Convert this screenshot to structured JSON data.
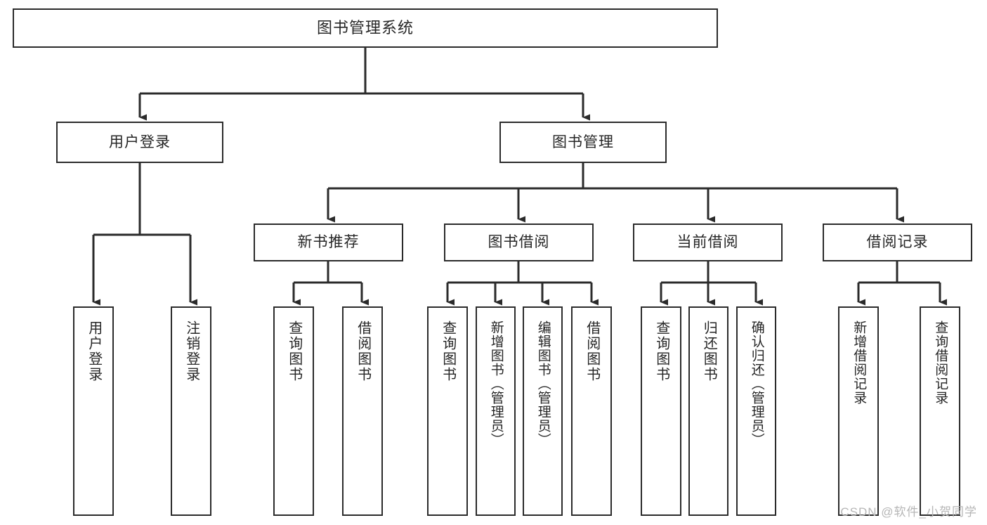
{
  "diagram": {
    "title": "图书管理系统",
    "type": "tree",
    "watermark": "CSDN @软件_小贺同学",
    "colors": {
      "stroke": "#2b2b2b",
      "fill": "#ffffff",
      "text": "#262626",
      "watermark": "#b6b6b6"
    },
    "root": {
      "label": "图书管理系统"
    },
    "level2": [
      {
        "label": "用户登录"
      },
      {
        "label": "图书管理"
      }
    ],
    "level3": [
      {
        "label": "新书推荐"
      },
      {
        "label": "图书借阅"
      },
      {
        "label": "当前借阅"
      },
      {
        "label": "借阅记录"
      }
    ],
    "leaves": {
      "user_login": [
        {
          "label": "用户登录"
        },
        {
          "label": "注销登录"
        }
      ],
      "new_book_recommend": [
        {
          "label": "查询图书"
        },
        {
          "label": "借阅图书"
        }
      ],
      "book_borrow": [
        {
          "label": "查询图书"
        },
        {
          "label": "新增图书（管理员）"
        },
        {
          "label": "编辑图书（管理员）"
        },
        {
          "label": "借阅图书"
        }
      ],
      "current_borrow": [
        {
          "label": "查询图书"
        },
        {
          "label": "归还图书"
        },
        {
          "label": "确认归还（管理员）"
        }
      ],
      "borrow_record": [
        {
          "label": "新增借阅记录"
        },
        {
          "label": "查询借阅记录"
        }
      ]
    }
  }
}
